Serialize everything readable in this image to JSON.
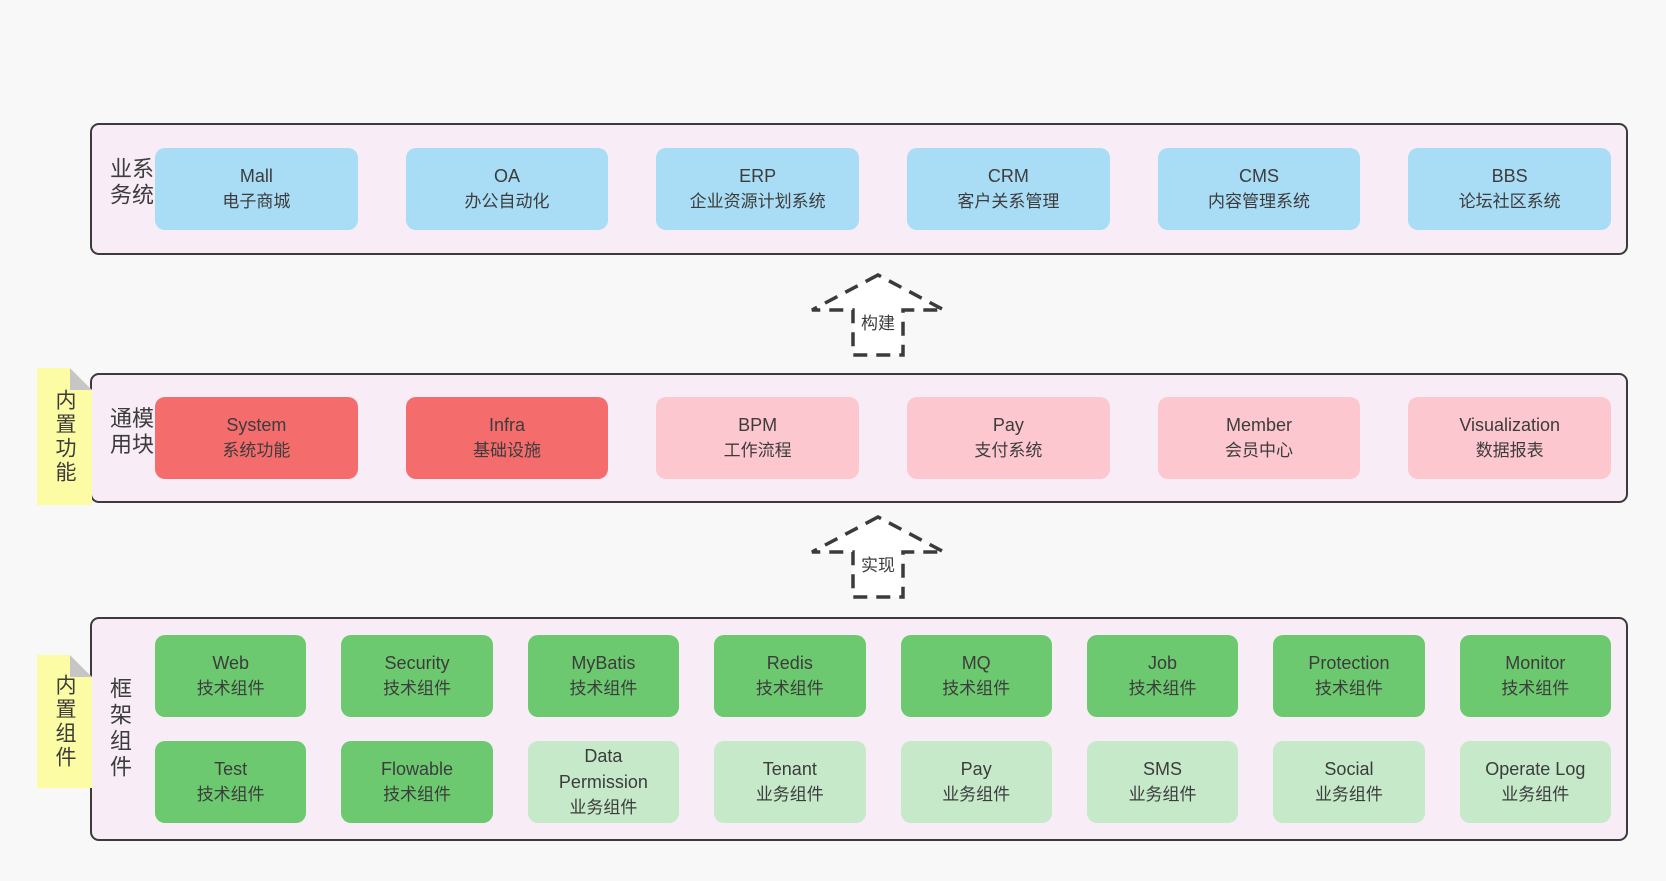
{
  "colors": {
    "page_bg": "#f8f8f8",
    "layer_bg": "#f8edf6",
    "border": "#3b3b3b",
    "text": "#3c3c3c",
    "blue": "#a9dcf5",
    "red": "#f56c6c",
    "pink": "#fcc7ce",
    "green": "#6cc96f",
    "green_light": "#c5e9c9",
    "note_yellow": "#fcfca5",
    "note_fold": "#c6c6c6"
  },
  "arrows": [
    {
      "label": "构建"
    },
    {
      "label": "实现"
    }
  ],
  "layers": [
    {
      "label": "业务系统",
      "rows": [
        [
          {
            "name": "Mall",
            "desc": "电子商城",
            "variant": "blue"
          },
          {
            "name": "OA",
            "desc": "办公自动化",
            "variant": "blue"
          },
          {
            "name": "ERP",
            "desc": "企业资源计划系统",
            "variant": "blue"
          },
          {
            "name": "CRM",
            "desc": "客户关系管理",
            "variant": "blue"
          },
          {
            "name": "CMS",
            "desc": "内容管理系统",
            "variant": "blue"
          },
          {
            "name": "BBS",
            "desc": "论坛社区系统",
            "variant": "blue"
          }
        ]
      ]
    },
    {
      "label": "通用模块",
      "note": "内置功能",
      "rows": [
        [
          {
            "name": "System",
            "desc": "系统功能",
            "variant": "red"
          },
          {
            "name": "Infra",
            "desc": "基础设施",
            "variant": "red"
          },
          {
            "name": "BPM",
            "desc": "工作流程",
            "variant": "pink"
          },
          {
            "name": "Pay",
            "desc": "支付系统",
            "variant": "pink"
          },
          {
            "name": "Member",
            "desc": "会员中心",
            "variant": "pink"
          },
          {
            "name": "Visualization",
            "desc": "数据报表",
            "variant": "pink"
          }
        ]
      ]
    },
    {
      "label": "框架组件",
      "note": "内置组件",
      "rows": [
        [
          {
            "name": "Web",
            "desc": "技术组件",
            "variant": "green"
          },
          {
            "name": "Security",
            "desc": "技术组件",
            "variant": "green"
          },
          {
            "name": "MyBatis",
            "desc": "技术组件",
            "variant": "green"
          },
          {
            "name": "Redis",
            "desc": "技术组件",
            "variant": "green"
          },
          {
            "name": "MQ",
            "desc": "技术组件",
            "variant": "green"
          },
          {
            "name": "Job",
            "desc": "技术组件",
            "variant": "green"
          },
          {
            "name": "Protection",
            "desc": "技术组件",
            "variant": "green"
          },
          {
            "name": "Monitor",
            "desc": "技术组件",
            "variant": "green"
          }
        ],
        [
          {
            "name": "Test",
            "desc": "技术组件",
            "variant": "green"
          },
          {
            "name": "Flowable",
            "desc": "技术组件",
            "variant": "green"
          },
          {
            "name": "Data Permission",
            "desc": "业务组件",
            "variant": "green_light"
          },
          {
            "name": "Tenant",
            "desc": "业务组件",
            "variant": "green_light"
          },
          {
            "name": "Pay",
            "desc": "业务组件",
            "variant": "green_light"
          },
          {
            "name": "SMS",
            "desc": "业务组件",
            "variant": "green_light"
          },
          {
            "name": "Social",
            "desc": "业务组件",
            "variant": "green_light"
          },
          {
            "name": "Operate Log",
            "desc": "业务组件",
            "variant": "green_light"
          }
        ]
      ]
    }
  ]
}
